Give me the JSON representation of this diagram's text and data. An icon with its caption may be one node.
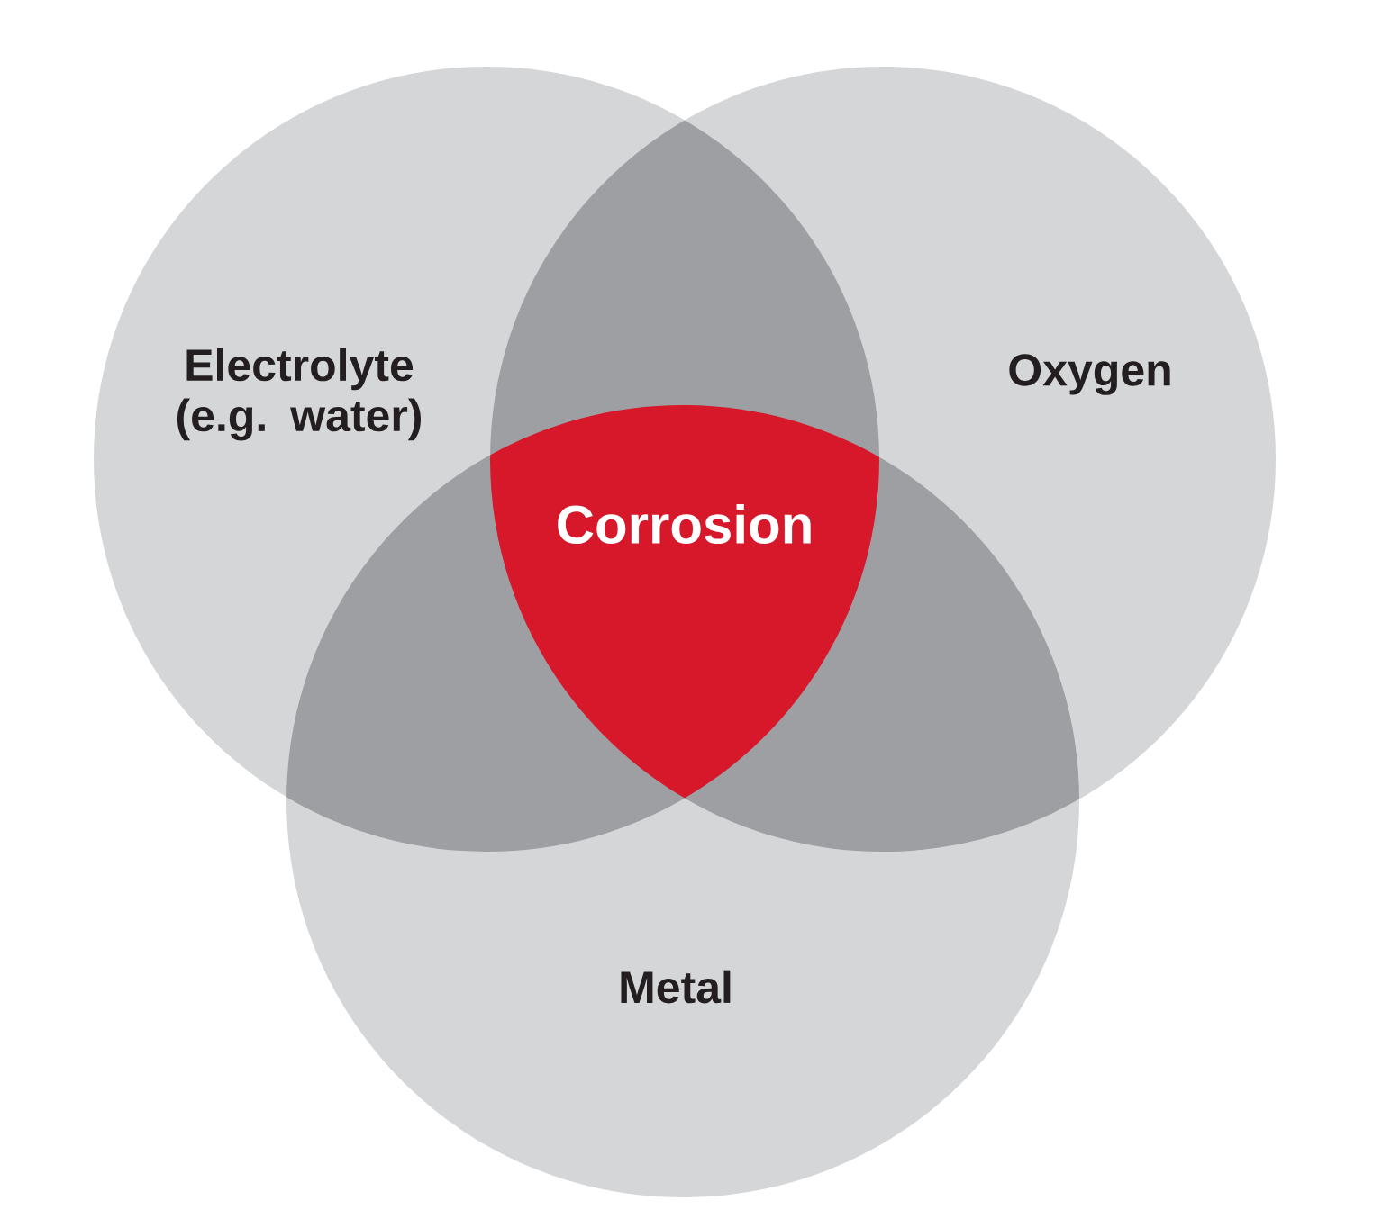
{
  "diagram": {
    "nodes": [
      {
        "text": [
          "Electrolyte (e.g. water)"
        ]
      },
      {
        "text": [
          "Oxygen"
        ]
      },
      {
        "text": [
          "Metal"
        ]
      },
      {
        "text": [
          "Corrosion"
        ]
      }
    ]
  }
}
